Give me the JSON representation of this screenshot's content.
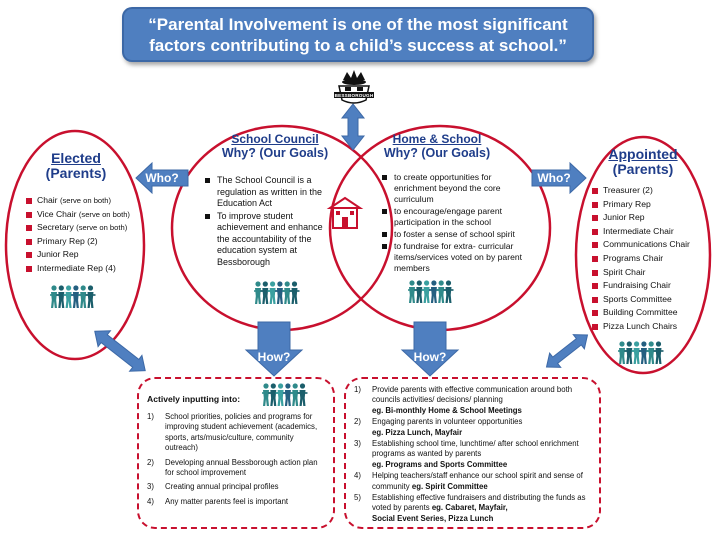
{
  "banner": {
    "line1": "“Parental Involvement is one of the most significant",
    "line2": "factors contributing to a child’s success at school.”"
  },
  "crest": {
    "text": "BESSBOROUGH"
  },
  "elected": {
    "title": "Elected",
    "subtitle": "(Parents)",
    "items": [
      {
        "main": "Chair ",
        "note": "(serve on both)"
      },
      {
        "main": "Vice Chair ",
        "note": "(serve on both)"
      },
      {
        "main": "Secretary ",
        "note": "(serve on both)"
      },
      {
        "main": "Primary Rep (2)",
        "note": ""
      },
      {
        "main": "Junior Rep",
        "note": ""
      },
      {
        "main": "Intermediate Rep (4)",
        "note": ""
      }
    ]
  },
  "school_council": {
    "title": "School Council",
    "subtitle": "Why? (Our Goals)",
    "items": [
      "The School Council is a regulation as written in the Education Act",
      "To improve student achievement and enhance the accountability of the education system at Bessborough"
    ]
  },
  "home_school": {
    "title": "Home & School",
    "subtitle": "Why? (Our Goals)",
    "items": [
      "to create opportunities for enrichment beyond the core curriculum",
      "to encourage/engage parent participation in the school",
      "to foster a sense of school spirit",
      "to fundraise for extra- curricular items/services voted on by parent members"
    ]
  },
  "appointed": {
    "title": "Appointed",
    "subtitle": "(Parents)",
    "items": [
      "Treasurer (2)",
      "Primary Rep",
      "Junior Rep",
      "Intermediate Chair",
      "Communications Chair",
      "Programs Chair",
      "Spirit Chair",
      "Fundraising Chair",
      "Sports Committee",
      "Building Committee",
      "Pizza Lunch Chairs"
    ]
  },
  "arrows": {
    "who_left": "Who?",
    "who_right": "Who?",
    "how_left": "How?",
    "how_right": "How?"
  },
  "left_box": {
    "heading": "Actively inputting into:",
    "items": [
      {
        "n": "1)",
        "text": "School priorities, policies and programs for improving student achievement (academics, sports, arts/music/culture, community outreach)"
      },
      {
        "n": "2)",
        "text": "Developing annual Bessborough action plan for school improvement"
      },
      {
        "n": "3)",
        "text": "Creating annual principal profiles"
      },
      {
        "n": "4)",
        "text": "Any matter parents feel is important"
      }
    ]
  },
  "right_box": {
    "items": [
      {
        "n": "1)",
        "text": "Provide parents with effective communication around both councils activities/ decisions/ planning",
        "ex": "eg. Bi-monthly Home & School Meetings",
        "ex_inline": false
      },
      {
        "n": "2)",
        "text": "Engaging parents in volunteer opportunities",
        "ex": "eg. Pizza Lunch, Mayfair",
        "ex_inline": false
      },
      {
        "n": "3)",
        "text": "Establishing school time, lunchtime/ after school enrichment programs as wanted by parents",
        "ex": "eg. Programs and Sports Committee",
        "ex_inline": false
      },
      {
        "n": "4)",
        "text": "Helping teachers/staff enhance our school spirit and sense of community ",
        "ex": "eg. Spirit Committee",
        "ex_inline": true
      },
      {
        "n": "5)",
        "text": "Establishing effective fundraisers and distributing the funds as voted by parents ",
        "ex": "eg. Cabaret, Mayfair,",
        "ex2": "Social Event Series, Pizza Lunch",
        "ex_inline": true
      }
    ]
  },
  "colors": {
    "red": "#c8102e",
    "blue": "#4f7fc0",
    "navy": "#1f3d8a",
    "teal": "#2f8a8a"
  },
  "icons": [
    "crest-icon",
    "school-house-icon",
    "people-group-icon"
  ]
}
